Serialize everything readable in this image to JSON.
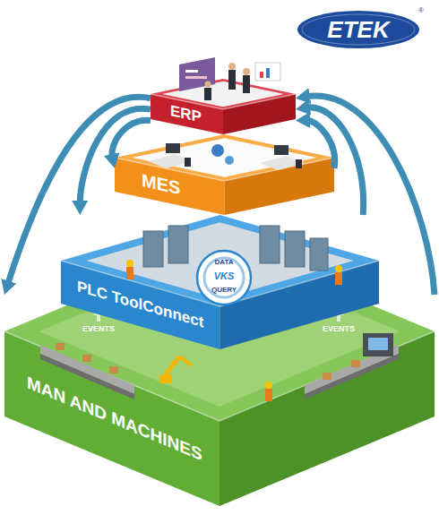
{
  "diagram": {
    "nodes": [
      {
        "text": [
          "ERP"
        ]
      },
      {
        "text": [
          "MES"
        ]
      },
      {
        "text": [
          "PLC ToolConnect"
        ]
      },
      {
        "text": [
          "DATA",
          "VKS",
          "QUERY"
        ],
        "in": 2
      },
      {
        "text": [
          "MAN AND MACHINES"
        ]
      }
    ],
    "edges": [
      {
        "from": 0,
        "to": 4,
        "arrow": "to"
      },
      {
        "from": 0,
        "to": 2,
        "arrow": "to"
      },
      {
        "from": 0,
        "to": 1,
        "arrow": "to"
      },
      {
        "from": 4,
        "to": 0,
        "arrow": "to"
      },
      {
        "from": 2,
        "to": 0,
        "arrow": "to"
      },
      {
        "from": 1,
        "to": 0,
        "arrow": "to"
      }
    ],
    "labels": [
      "ETEK",
      "®",
      "EVENTS",
      "EVENTS"
    ]
  }
}
